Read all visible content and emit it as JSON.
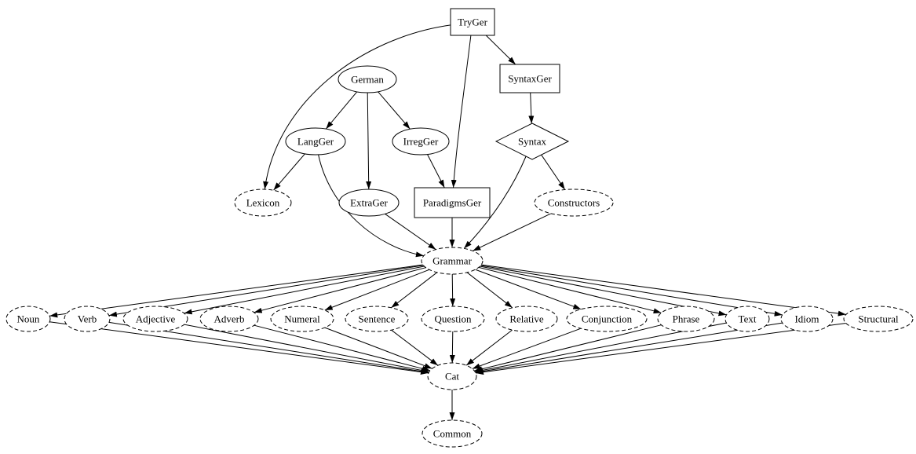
{
  "diagram": {
    "type": "module-dependency-graph",
    "background_color": "#ffffff",
    "node_stroke_color": "#000000",
    "edge_color": "#000000",
    "nodes": [
      {
        "id": "TryGer",
        "label": "TryGer",
        "shape": "box",
        "border": "solid"
      },
      {
        "id": "SyntaxGer",
        "label": "SyntaxGer",
        "shape": "box",
        "border": "solid"
      },
      {
        "id": "German",
        "label": "German",
        "shape": "ellipse",
        "border": "solid"
      },
      {
        "id": "LangGer",
        "label": "LangGer",
        "shape": "ellipse",
        "border": "solid"
      },
      {
        "id": "IrregGer",
        "label": "IrregGer",
        "shape": "ellipse",
        "border": "solid"
      },
      {
        "id": "Syntax",
        "label": "Syntax",
        "shape": "diamond",
        "border": "solid"
      },
      {
        "id": "Lexicon",
        "label": "Lexicon",
        "shape": "ellipse",
        "border": "dashed"
      },
      {
        "id": "ExtraGer",
        "label": "ExtraGer",
        "shape": "ellipse",
        "border": "solid"
      },
      {
        "id": "ParadigmsGer",
        "label": "ParadigmsGer",
        "shape": "box",
        "border": "solid"
      },
      {
        "id": "Constructors",
        "label": "Constructors",
        "shape": "ellipse",
        "border": "dashed"
      },
      {
        "id": "Grammar",
        "label": "Grammar",
        "shape": "ellipse",
        "border": "dashed"
      },
      {
        "id": "Noun",
        "label": "Noun",
        "shape": "ellipse",
        "border": "dashed"
      },
      {
        "id": "Verb",
        "label": "Verb",
        "shape": "ellipse",
        "border": "dashed"
      },
      {
        "id": "Adjective",
        "label": "Adjective",
        "shape": "ellipse",
        "border": "dashed"
      },
      {
        "id": "Adverb",
        "label": "Adverb",
        "shape": "ellipse",
        "border": "dashed"
      },
      {
        "id": "Numeral",
        "label": "Numeral",
        "shape": "ellipse",
        "border": "dashed"
      },
      {
        "id": "Sentence",
        "label": "Sentence",
        "shape": "ellipse",
        "border": "dashed"
      },
      {
        "id": "Question",
        "label": "Question",
        "shape": "ellipse",
        "border": "dashed"
      },
      {
        "id": "Relative",
        "label": "Relative",
        "shape": "ellipse",
        "border": "dashed"
      },
      {
        "id": "Conjunction",
        "label": "Conjunction",
        "shape": "ellipse",
        "border": "dashed"
      },
      {
        "id": "Phrase",
        "label": "Phrase",
        "shape": "ellipse",
        "border": "dashed"
      },
      {
        "id": "Text",
        "label": "Text",
        "shape": "ellipse",
        "border": "dashed"
      },
      {
        "id": "Idiom",
        "label": "Idiom",
        "shape": "ellipse",
        "border": "dashed"
      },
      {
        "id": "Structural",
        "label": "Structural",
        "shape": "ellipse",
        "border": "dashed"
      },
      {
        "id": "Cat",
        "label": "Cat",
        "shape": "ellipse",
        "border": "dashed"
      },
      {
        "id": "Common",
        "label": "Common",
        "shape": "ellipse",
        "border": "dashed"
      }
    ],
    "edges": [
      {
        "from": "TryGer",
        "to": "Lexicon"
      },
      {
        "from": "TryGer",
        "to": "SyntaxGer"
      },
      {
        "from": "TryGer",
        "to": "ParadigmsGer"
      },
      {
        "from": "German",
        "to": "LangGer"
      },
      {
        "from": "German",
        "to": "IrregGer"
      },
      {
        "from": "German",
        "to": "ExtraGer"
      },
      {
        "from": "LangGer",
        "to": "Lexicon"
      },
      {
        "from": "LangGer",
        "to": "Grammar"
      },
      {
        "from": "IrregGer",
        "to": "ParadigmsGer"
      },
      {
        "from": "SyntaxGer",
        "to": "Syntax"
      },
      {
        "from": "Syntax",
        "to": "Constructors"
      },
      {
        "from": "Syntax",
        "to": "Grammar"
      },
      {
        "from": "ExtraGer",
        "to": "Grammar"
      },
      {
        "from": "ParadigmsGer",
        "to": "Grammar"
      },
      {
        "from": "Constructors",
        "to": "Grammar"
      },
      {
        "from": "Grammar",
        "to": "Noun"
      },
      {
        "from": "Grammar",
        "to": "Verb"
      },
      {
        "from": "Grammar",
        "to": "Adjective"
      },
      {
        "from": "Grammar",
        "to": "Adverb"
      },
      {
        "from": "Grammar",
        "to": "Numeral"
      },
      {
        "from": "Grammar",
        "to": "Sentence"
      },
      {
        "from": "Grammar",
        "to": "Question"
      },
      {
        "from": "Grammar",
        "to": "Relative"
      },
      {
        "from": "Grammar",
        "to": "Conjunction"
      },
      {
        "from": "Grammar",
        "to": "Phrase"
      },
      {
        "from": "Grammar",
        "to": "Text"
      },
      {
        "from": "Grammar",
        "to": "Idiom"
      },
      {
        "from": "Grammar",
        "to": "Structural"
      },
      {
        "from": "Noun",
        "to": "Cat"
      },
      {
        "from": "Verb",
        "to": "Cat"
      },
      {
        "from": "Adjective",
        "to": "Cat"
      },
      {
        "from": "Adverb",
        "to": "Cat"
      },
      {
        "from": "Numeral",
        "to": "Cat"
      },
      {
        "from": "Sentence",
        "to": "Cat"
      },
      {
        "from": "Question",
        "to": "Cat"
      },
      {
        "from": "Relative",
        "to": "Cat"
      },
      {
        "from": "Conjunction",
        "to": "Cat"
      },
      {
        "from": "Phrase",
        "to": "Cat"
      },
      {
        "from": "Text",
        "to": "Cat"
      },
      {
        "from": "Idiom",
        "to": "Cat"
      },
      {
        "from": "Structural",
        "to": "Cat"
      },
      {
        "from": "Cat",
        "to": "Common"
      }
    ]
  }
}
